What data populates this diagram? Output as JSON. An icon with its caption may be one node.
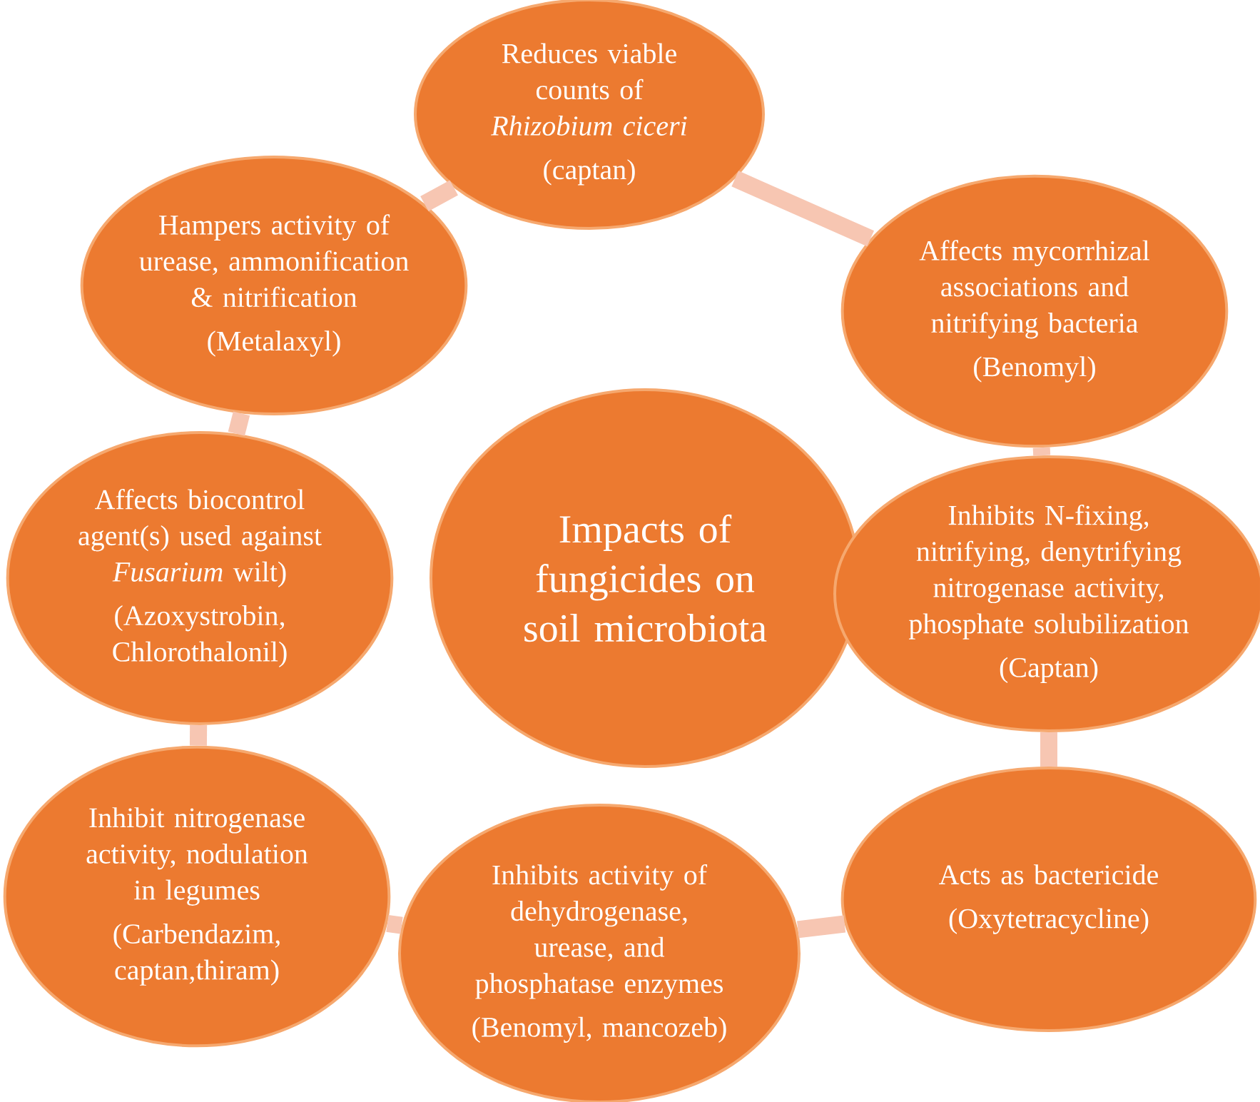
{
  "diagram": {
    "nodes": [
      {
        "text": [
          "Reduces viable counts of *Rhizobium ciceri*",
          "(captan)"
        ]
      },
      {
        "text": [
          "Hampers activity of urease, ammonification & nitrification",
          "(Metalaxyl)"
        ]
      },
      {
        "text": [
          "Affects mycorrhizal associations and nitrifying bacteria",
          "(Benomyl)"
        ]
      },
      {
        "text": [
          "Affects biocontrol agent(s) used against *Fusarium* wilt)",
          "(Azoxystrobin, Chlorothalonil)"
        ]
      },
      {
        "text": [
          "Impacts of fungicides on soil microbiota"
        ]
      },
      {
        "text": [
          "Inhibits N-fixing, nitrifying, denytrifying nitrogenase activity, phosphate solubilization",
          "(Captan)"
        ]
      },
      {
        "text": [
          "Inhibit nitrogenase activity, nodulation in legumes",
          "(Carbendazim, captan,thiram)"
        ]
      },
      {
        "text": [
          "Acts as bactericide",
          "(Oxytetracycline)"
        ]
      },
      {
        "text": [
          "Inhibits activity of dehydrogenase, urease, and phosphatase enzymes",
          "(Benomyl, mancozeb)"
        ]
      }
    ],
    "edges": [
      {
        "from": 0,
        "to": 2,
        "arrow": "none"
      },
      {
        "from": 2,
        "to": 5,
        "arrow": "none"
      },
      {
        "from": 5,
        "to": 7,
        "arrow": "none"
      },
      {
        "from": 7,
        "to": 8,
        "arrow": "none"
      },
      {
        "from": 8,
        "to": 6,
        "arrow": "none"
      },
      {
        "from": 6,
        "to": 3,
        "arrow": "none"
      },
      {
        "from": 3,
        "to": 1,
        "arrow": "none"
      },
      {
        "from": 1,
        "to": 0,
        "arrow": "none"
      }
    ]
  }
}
